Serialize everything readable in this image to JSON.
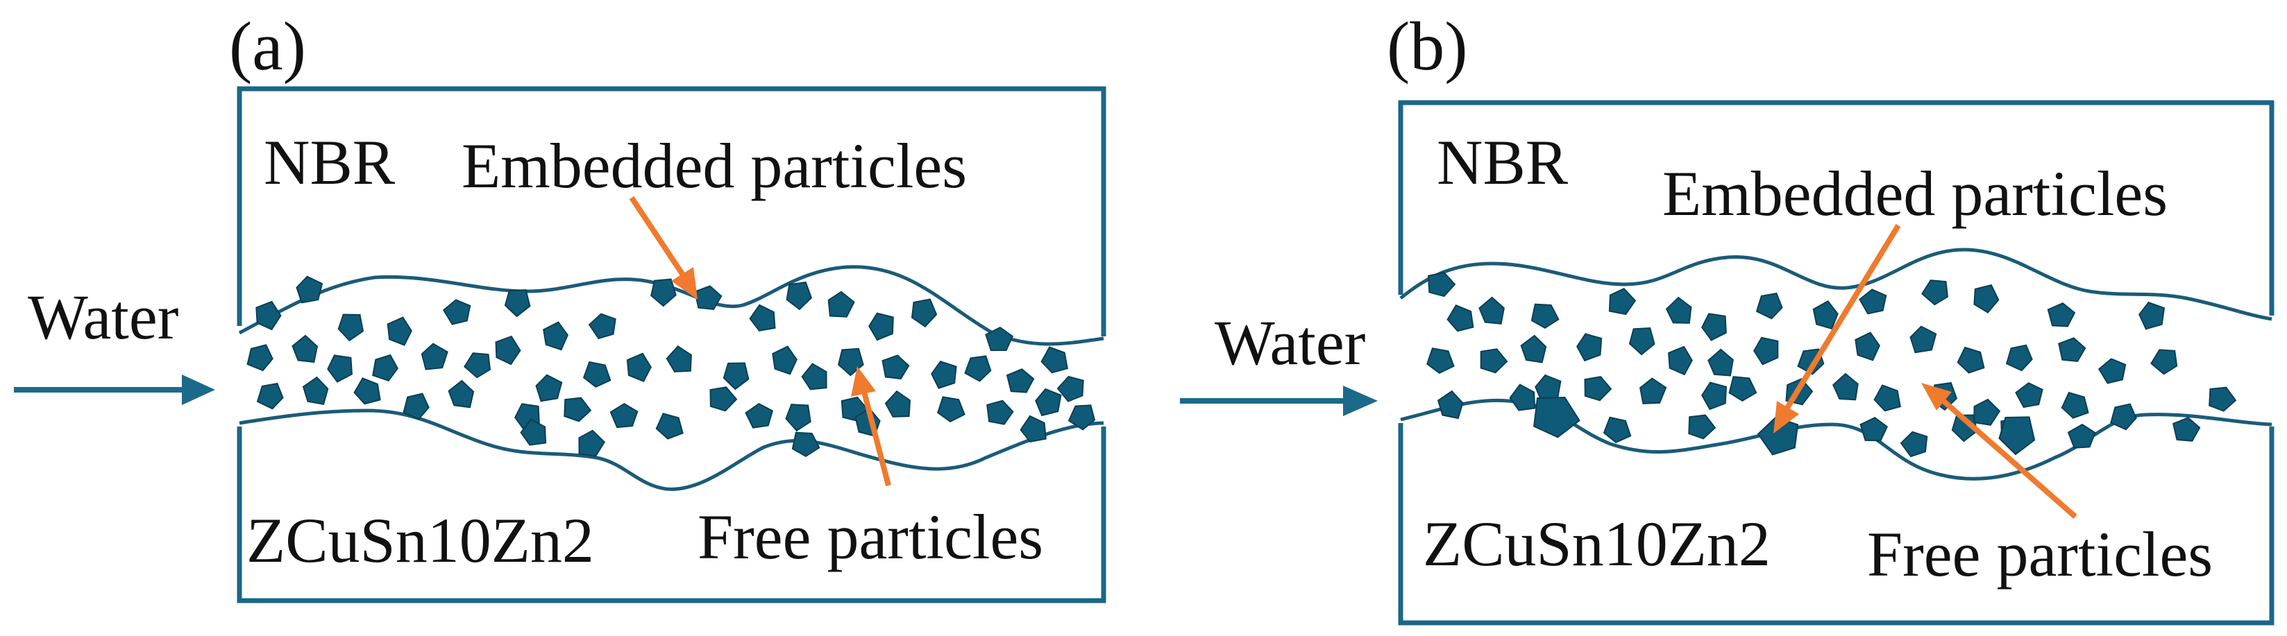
{
  "colors": {
    "frame": "#1b6688",
    "particle": "#0f5a77",
    "particle_stroke": "#0a3f55",
    "arrow": "#f07a2e",
    "inlet_arrow": "#1b6a8c",
    "text": "#111111"
  },
  "panel_a": {
    "label": "(a)",
    "nbr": "NBR",
    "embedded": "Embedded particles",
    "water": "Water",
    "alloy": "ZCuSn10Zn2",
    "free": "Free particles"
  },
  "panel_b": {
    "label": "(b)",
    "nbr": "NBR",
    "embedded": "Embedded particles",
    "water": "Water",
    "alloy": "ZCuSn10Zn2",
    "free": "Free particles"
  }
}
